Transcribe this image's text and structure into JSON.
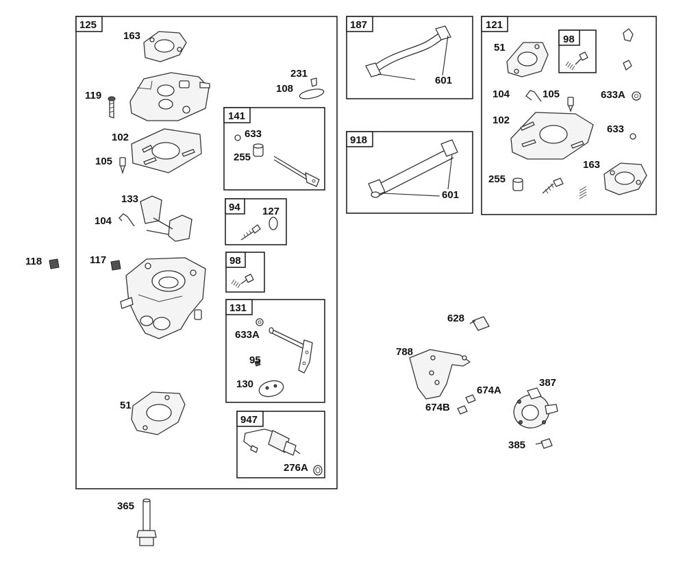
{
  "groups": {
    "g125": "125",
    "g141": "141",
    "g94": "94",
    "g98a": "98",
    "g131": "131",
    "g947": "947",
    "g187": "187",
    "g918": "918",
    "g121": "121",
    "g98b": "98"
  },
  "labels": {
    "l163a": "163",
    "l119": "119",
    "l231": "231",
    "l108": "108",
    "l102a": "102",
    "l105a": "105",
    "l633a": "633",
    "l255a": "255",
    "l133": "133",
    "l104a": "104",
    "l127": "127",
    "l118": "118",
    "l117": "117",
    "l633Aa": "633A",
    "l95": "95",
    "l130": "130",
    "l51a": "51",
    "l276A": "276A",
    "l365": "365",
    "l601a": "601",
    "l601b": "601",
    "l51b": "51",
    "l104b": "104",
    "l105b": "105",
    "l633Ab": "633A",
    "l102b": "102",
    "l633b": "633",
    "l255b": "255",
    "l163b": "163",
    "l628": "628",
    "l788": "788",
    "l387": "387",
    "l674A": "674A",
    "l674B": "674B",
    "l385": "385"
  }
}
